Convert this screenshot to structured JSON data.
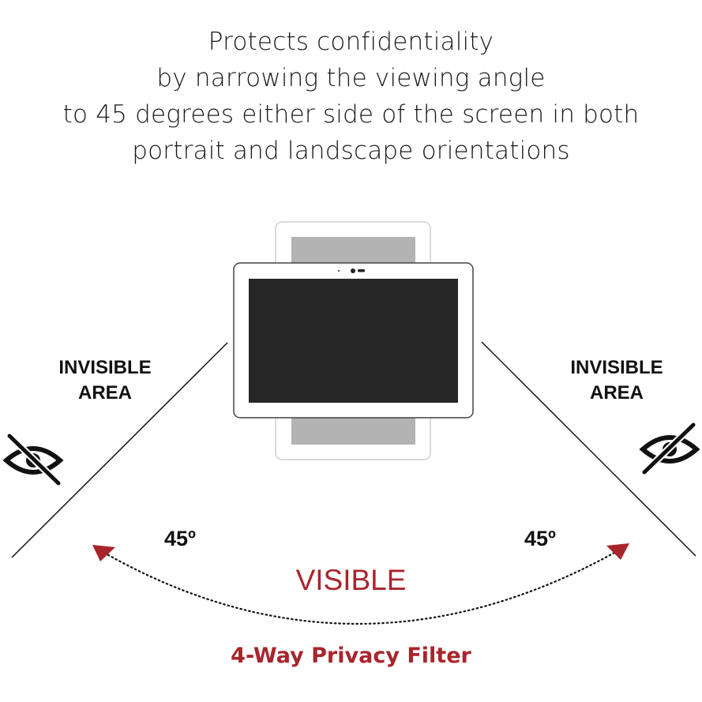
{
  "heading": {
    "lines": [
      "Protects confidentiality",
      "by narrowing the viewing angle",
      "to 45 degrees either side of the screen in both",
      "portrait and landscape orientations"
    ]
  },
  "left_zone": {
    "label_line1": "INVISIBLE",
    "label_line2": "AREA",
    "angle": "45º",
    "icon": "eye-slash-icon"
  },
  "right_zone": {
    "label_line1": "INVISIBLE",
    "label_line2": "AREA",
    "angle": "45º",
    "icon": "eye-slash-icon"
  },
  "center_label": "VISIBLE",
  "footer_title": "4-Way Privacy Filter",
  "colors": {
    "accent": "#a8252b",
    "text": "#111111",
    "screen": "#262626",
    "portrait_screen": "#b3b3b3"
  }
}
